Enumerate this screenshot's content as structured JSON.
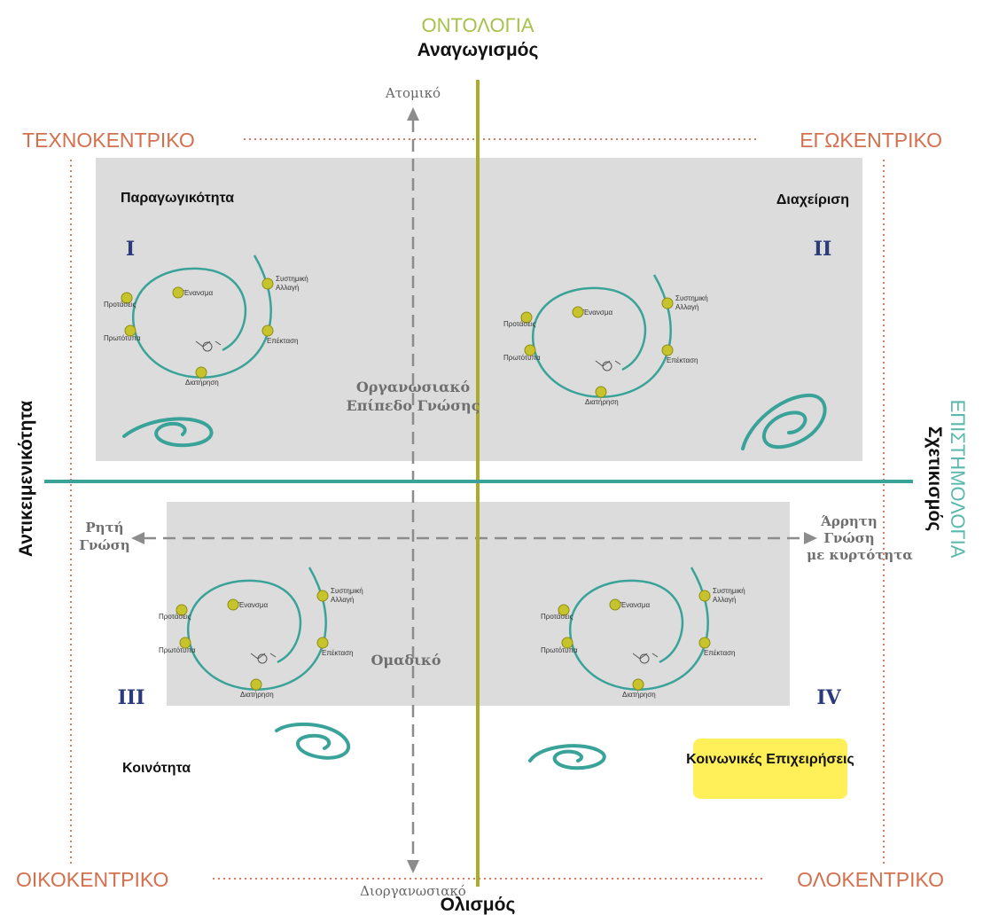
{
  "ontology": {
    "title": "ΟΝΤΟΛΟΓΙΑ",
    "top_pole": "Αναγωγισμός",
    "bottom_pole": "Ολισμός"
  },
  "epistemology": {
    "title": "ΕΠΙΣΤΗΜΟΛΟΓΙΑ",
    "right_pole": "Σχετικισμός",
    "left_pole": "Αντικειμενικότητα"
  },
  "corners": {
    "top_left": "ΤΕΧΝΟΚΕΝΤΡΙΚΟ",
    "top_right": "ΕΓΩΚΕΝΤΡΙΚΟ",
    "bottom_left": "ΟΙΚΟΚΕΝΤΡΙΚΟ",
    "bottom_right": "ΟΛΟΚΕΝΤΡΙΚΟ"
  },
  "axes": {
    "top": "Ατομικό",
    "bottom": "Διοργανωσιακό",
    "left": [
      "Ρητή",
      "Γνώση"
    ],
    "right": [
      "Άρρητη",
      "Γνώση",
      "με κυρτότητα"
    ],
    "center": [
      "Οργανωσιακό",
      "Επίπεδο Γνώσης"
    ],
    "group": "Ομαδικό"
  },
  "quadrants": [
    {
      "numeral": "I",
      "label": "Παραγωγικότητα"
    },
    {
      "numeral": "II",
      "label": "Διαχείριση"
    },
    {
      "numeral": "III",
      "label": "Κοινότητα"
    },
    {
      "numeral": "IV",
      "label": "Κοινωνικές Επιχειρήσεις"
    }
  ],
  "spiral_labels": {
    "embodiment": "Ένανσμα",
    "proposals": "Προτάσεις",
    "prototypes": "Πρωτότυπα",
    "maintenance": "Διατήρηση",
    "extension": "Επέκταση",
    "systemic_change": [
      "Συστημική",
      "Αλλαγή"
    ]
  },
  "colors": {
    "ontology_axis": "#a8ad2e",
    "ontology_title": "#a6c24a",
    "epistemology_axis": "#3aa399",
    "corner_text": "#d4704e",
    "dotted_border": "#e07a5f",
    "panel": "#dcdcdc",
    "numeral": "#2b3a7a",
    "arrow": "#8c8c8c",
    "highlight_box": "#fff05a",
    "spiral": "#3aa399",
    "node": "#c6c42a"
  }
}
